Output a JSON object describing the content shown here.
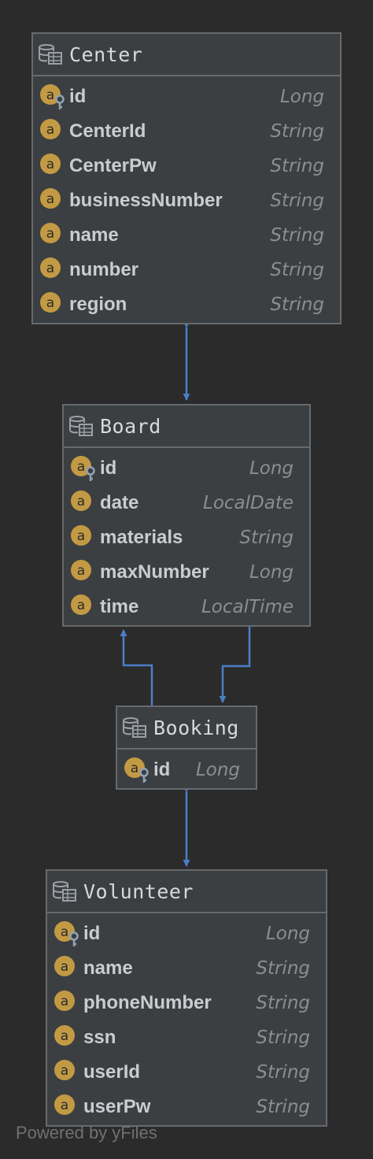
{
  "entities": [
    {
      "title": "Center",
      "fields": [
        {
          "name": "id",
          "type": "Long",
          "key": true
        },
        {
          "name": "CenterId",
          "type": "String",
          "key": false
        },
        {
          "name": "CenterPw",
          "type": "String",
          "key": false
        },
        {
          "name": "businessNumber",
          "type": "String",
          "key": false
        },
        {
          "name": "name",
          "type": "String",
          "key": false
        },
        {
          "name": "number",
          "type": "String",
          "key": false
        },
        {
          "name": "region",
          "type": "String",
          "key": false
        }
      ]
    },
    {
      "title": "Board",
      "fields": [
        {
          "name": "id",
          "type": "Long",
          "key": true
        },
        {
          "name": "date",
          "type": "LocalDate",
          "key": false
        },
        {
          "name": "materials",
          "type": "String",
          "key": false
        },
        {
          "name": "maxNumber",
          "type": "Long",
          "key": false
        },
        {
          "name": "time",
          "type": "LocalTime",
          "key": false
        }
      ]
    },
    {
      "title": "Booking",
      "fields": [
        {
          "name": "id",
          "type": "Long",
          "key": true
        }
      ]
    },
    {
      "title": "Volunteer",
      "fields": [
        {
          "name": "id",
          "type": "Long",
          "key": true
        },
        {
          "name": "name",
          "type": "String",
          "key": false
        },
        {
          "name": "phoneNumber",
          "type": "String",
          "key": false
        },
        {
          "name": "ssn",
          "type": "String",
          "key": false
        },
        {
          "name": "userId",
          "type": "String",
          "key": false
        },
        {
          "name": "userPw",
          "type": "String",
          "key": false
        }
      ]
    }
  ],
  "relations": [
    {
      "from": "Center",
      "to": "Board",
      "direction": "both"
    },
    {
      "from": "Booking",
      "to": "Board",
      "direction": "to"
    },
    {
      "from": "Board",
      "to": "Booking",
      "direction": "to"
    },
    {
      "from": "Booking",
      "to": "Volunteer",
      "direction": "both"
    }
  ],
  "colors": {
    "background": "#2b2b2b",
    "entity_fill": "#3c3f41",
    "entity_border": "#666a6d",
    "connector": "#4a7fc8",
    "attribute_icon": "#c39a44",
    "key_icon": "#8fa3b5"
  },
  "icons": {
    "entity": "table-icon",
    "attribute": "attribute-icon",
    "primary_key": "key-icon"
  },
  "watermark": "Powered by yFiles"
}
